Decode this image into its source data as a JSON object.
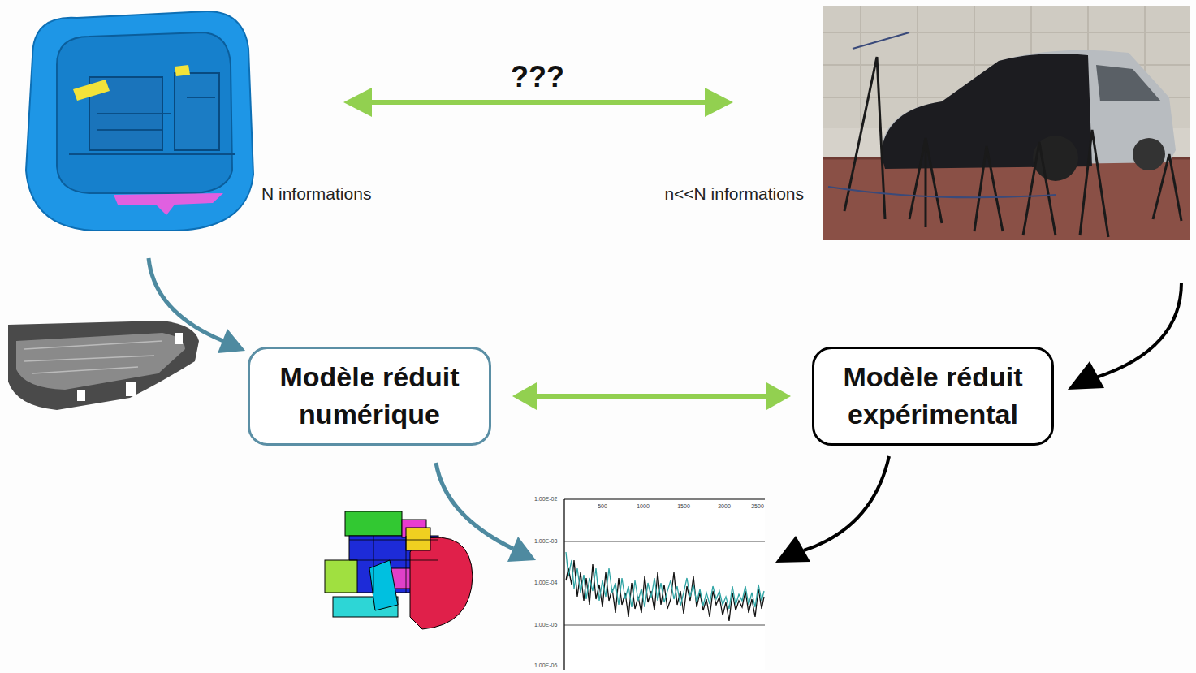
{
  "diagram": {
    "nodes": [
      {
        "text": [
          "Modèle réduit numérique"
        ]
      },
      {
        "text": [
          "Modèle réduit expérimental"
        ]
      }
    ],
    "edges": [
      {
        "from": 0,
        "to": 1,
        "arrow": "both"
      }
    ],
    "labels": [
      "???",
      "N informations",
      "n<<N informations",
      "500",
      "1000",
      "1500",
      "2000",
      "2500",
      "1.00E-02",
      "1.00E-03",
      "1.00E-04",
      "1.00E-05",
      "1.00E-06"
    ]
  }
}
